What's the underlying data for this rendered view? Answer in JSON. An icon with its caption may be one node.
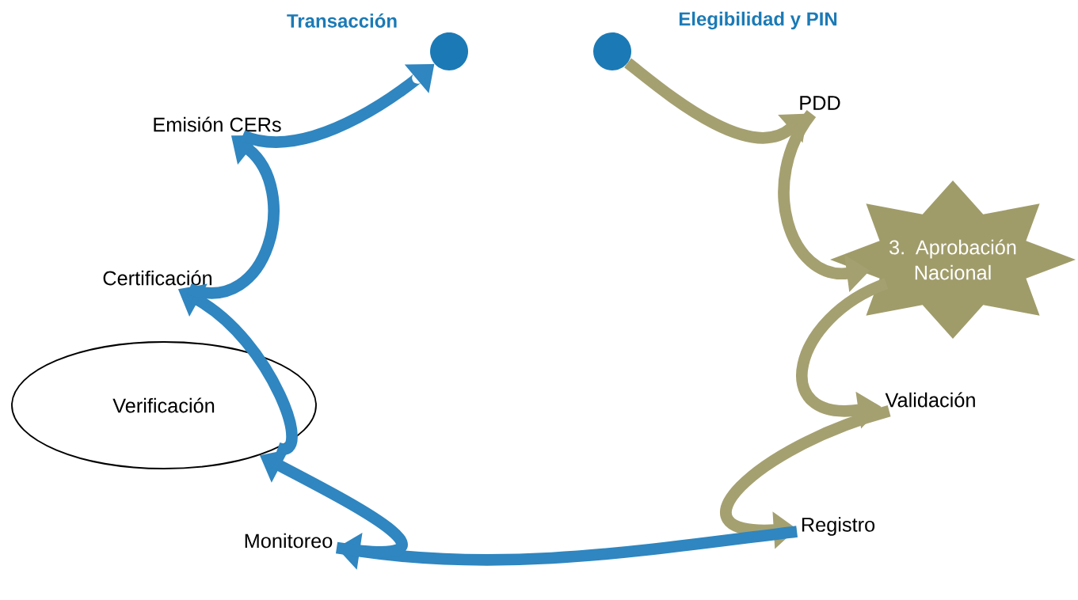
{
  "diagram": {
    "nodes": [
      {
        "text": [
          "Transacción"
        ]
      },
      {
        "text": [
          "Elegibilidad y PIN"
        ]
      },
      {
        "text": [
          "PDD"
        ]
      },
      {
        "text": [
          "3. Aprobación Nacional"
        ]
      },
      {
        "text": [
          "Validación"
        ]
      },
      {
        "text": [
          "Registro"
        ]
      },
      {
        "text": [
          "Monitoreo"
        ]
      },
      {
        "text": [
          "Verificación"
        ]
      },
      {
        "text": [
          "Certificación"
        ]
      },
      {
        "text": [
          "Emisión CERs"
        ]
      }
    ],
    "edges": [
      {
        "from": 1,
        "to": 2,
        "arrow": "to",
        "color": "#a5a070"
      },
      {
        "from": 2,
        "to": 3,
        "arrow": "to",
        "color": "#a5a070"
      },
      {
        "from": 3,
        "to": 4,
        "arrow": "to",
        "color": "#a5a070"
      },
      {
        "from": 4,
        "to": 5,
        "arrow": "to",
        "color": "#a5a070"
      },
      {
        "from": 5,
        "to": 6,
        "arrow": "to"
      },
      {
        "from": 6,
        "to": 7,
        "arrow": "to"
      },
      {
        "from": 7,
        "to": 8,
        "arrow": "to"
      },
      {
        "from": 8,
        "to": 9,
        "arrow": "to"
      },
      {
        "from": 9,
        "to": 0,
        "arrow": "to"
      }
    ]
  }
}
